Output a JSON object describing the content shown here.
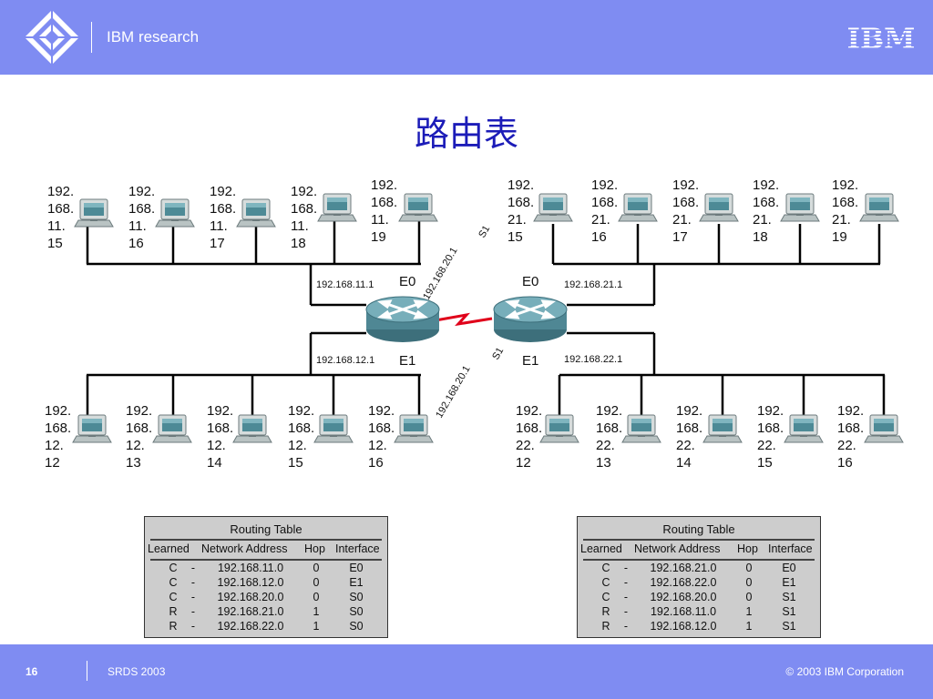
{
  "header": {
    "brand": "IBM research",
    "logo_text": "IBM"
  },
  "slide": {
    "title": "路由表"
  },
  "footer": {
    "page": "16",
    "event": "SRDS 2003",
    "copyright": "© 2003 IBM Corporation"
  },
  "diagram": {
    "left_pcs": [
      {
        "lines": [
          "192.",
          "168.",
          "11.",
          "15"
        ]
      },
      {
        "lines": [
          "192.",
          "168.",
          "11.",
          "16"
        ]
      },
      {
        "lines": [
          "192.",
          "168.",
          "11.",
          "17"
        ]
      },
      {
        "lines": [
          "192.",
          "168.",
          "11.",
          "18"
        ]
      },
      {
        "lines": [
          "192.",
          "168.",
          "11.",
          "19"
        ]
      }
    ],
    "left_bottom_pcs": [
      {
        "lines": [
          "192.",
          "168.",
          "12.",
          "12"
        ]
      },
      {
        "lines": [
          "192.",
          "168.",
          "12.",
          "13"
        ]
      },
      {
        "lines": [
          "192.",
          "168.",
          "12.",
          "14"
        ]
      },
      {
        "lines": [
          "192.",
          "168.",
          "12.",
          "15"
        ]
      },
      {
        "lines": [
          "192.",
          "168.",
          "12.",
          "16"
        ]
      }
    ],
    "right_pcs": [
      {
        "lines": [
          "192.",
          "168.",
          "21.",
          "15"
        ]
      },
      {
        "lines": [
          "192.",
          "168.",
          "21.",
          "16"
        ]
      },
      {
        "lines": [
          "192.",
          "168.",
          "21.",
          "17"
        ]
      },
      {
        "lines": [
          "192.",
          "168.",
          "21.",
          "18"
        ]
      },
      {
        "lines": [
          "192.",
          "168.",
          "21.",
          "19"
        ]
      }
    ],
    "right_bottom_pcs": [
      {
        "lines": [
          "192.",
          "168.",
          "22.",
          "12"
        ]
      },
      {
        "lines": [
          "192.",
          "168.",
          "22.",
          "13"
        ]
      },
      {
        "lines": [
          "192.",
          "168.",
          "22.",
          "14"
        ]
      },
      {
        "lines": [
          "192.",
          "168.",
          "22.",
          "15"
        ]
      },
      {
        "lines": [
          "192.",
          "168.",
          "22.",
          "16"
        ]
      }
    ],
    "router_left": {
      "e0_label": "E0",
      "e1_label": "E1",
      "s1_label": "S1",
      "e0_ip": "192.168.11.1",
      "e1_ip": "192.168.12.1",
      "s1_ip": "192.168.20.1"
    },
    "router_right": {
      "e0_label": "E0",
      "e1_label": "E1",
      "s1_label": "S1",
      "e0_ip": "192.168.21.1",
      "e1_ip": "192.168.22.1",
      "s1_ip": "192.168.20.1"
    }
  },
  "routing_tables": [
    {
      "title": "Routing Table",
      "headers": [
        "Learned",
        "Network Address",
        "Hop",
        "Interface"
      ],
      "rows": [
        [
          "C",
          "-",
          "192.168.11.0",
          "0",
          "E0"
        ],
        [
          "C",
          "-",
          "192.168.12.0",
          "0",
          "E1"
        ],
        [
          "C",
          "-",
          "192.168.20.0",
          "0",
          "S0"
        ],
        [
          "R",
          "-",
          "192.168.21.0",
          "1",
          "S0"
        ],
        [
          "R",
          "-",
          "192.168.22.0",
          "1",
          "S0"
        ]
      ]
    },
    {
      "title": "Routing Table",
      "headers": [
        "Learned",
        "Network Address",
        "Hop",
        "Interface"
      ],
      "rows": [
        [
          "C",
          "-",
          "192.168.21.0",
          "0",
          "E0"
        ],
        [
          "C",
          "-",
          "192.168.22.0",
          "0",
          "E1"
        ],
        [
          "C",
          "-",
          "192.168.20.0",
          "0",
          "S1"
        ],
        [
          "R",
          "-",
          "192.168.11.0",
          "1",
          "S1"
        ],
        [
          "R",
          "-",
          "192.168.12.0",
          "1",
          "S1"
        ]
      ]
    }
  ],
  "colors": {
    "band": "#7f8cf2",
    "title": "#1c1cb8",
    "router": "#5f9aa8",
    "serial": "#e0001a"
  }
}
